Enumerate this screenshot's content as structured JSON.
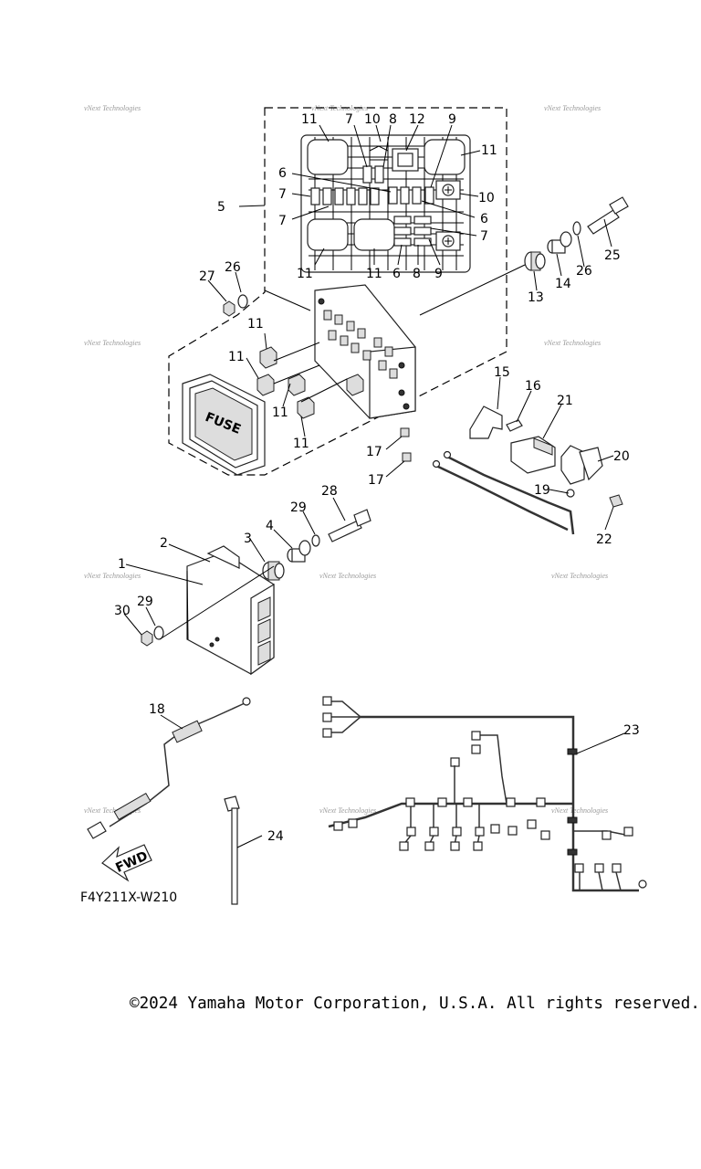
{
  "diagram_code": "F4Y211X-W210",
  "fwd_label": "FWD",
  "fuse_label": "FUSE",
  "watermark": "vNext Technologies",
  "copyright": "©2024 Yamaha Motor Corporation, U.S.A. All rights reserved.",
  "callouts": {
    "c1": "1",
    "c2": "2",
    "c3": "3",
    "c4": "4",
    "c5": "5",
    "c6": "6",
    "c7": "7",
    "c8": "8",
    "c9": "9",
    "c10": "10",
    "c11": "11",
    "c12": "12",
    "c13": "13",
    "c14": "14",
    "c15": "15",
    "c16": "16",
    "c17": "17",
    "c18": "18",
    "c19": "19",
    "c20": "20",
    "c21": "21",
    "c22": "22",
    "c23": "23",
    "c24": "24",
    "c25": "25",
    "c26": "26",
    "c27": "27",
    "c28": "28",
    "c29": "29",
    "c30": "30"
  }
}
